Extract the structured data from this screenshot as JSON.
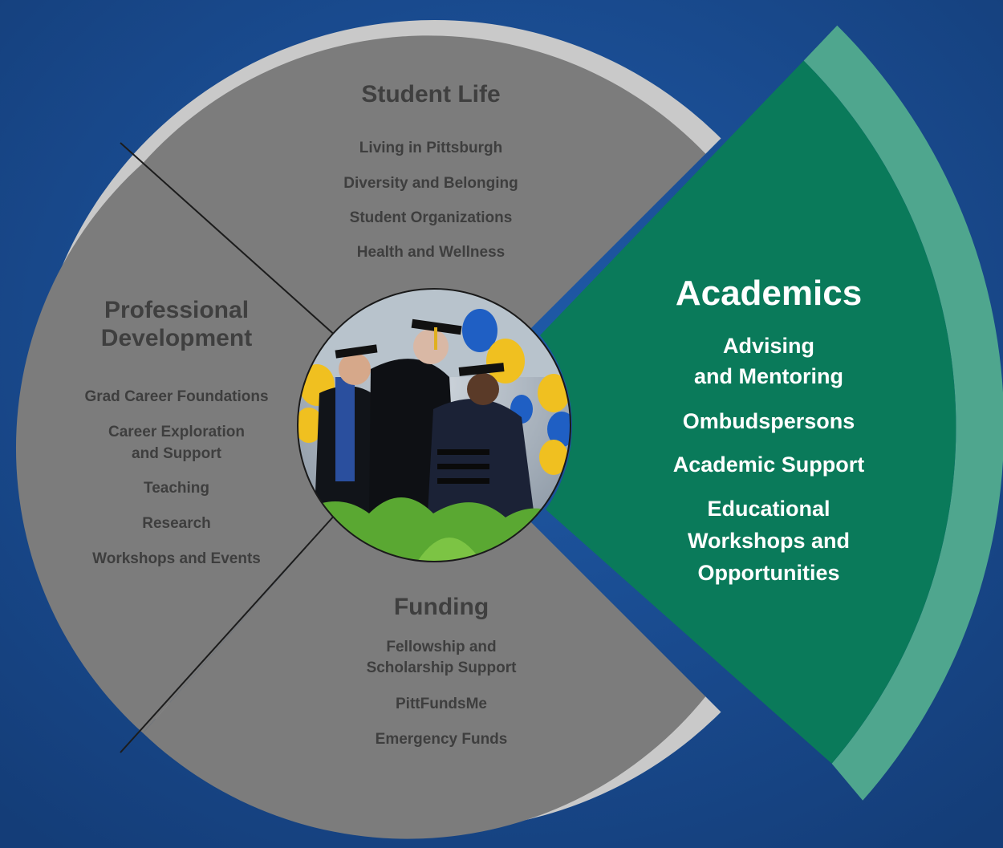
{
  "colors": {
    "background": "#1a4a8c",
    "outer_ring": "#c9c9c9",
    "segment": "#7c7c7c",
    "academics": "#0a7a5a",
    "academics_ring": "#4fa68e"
  },
  "student_life": {
    "title": "Student Life",
    "items": [
      "Living in Pittsburgh",
      "Diversity and Belonging",
      "Student Organizations",
      "Health and Wellness"
    ]
  },
  "professional_development": {
    "title_line1": "Professional",
    "title_line2": "Development",
    "items": [
      "Grad Career Foundations",
      "Career Exploration",
      "and Support",
      "Teaching",
      "Research",
      "Workshops and Events"
    ]
  },
  "funding": {
    "title": "Funding",
    "items": [
      "Fellowship and",
      "Scholarship Support",
      "PittFundsMe",
      "Emergency Funds"
    ]
  },
  "academics": {
    "title": "Academics",
    "items": [
      "Advising",
      "and Mentoring",
      "Ombudspersons",
      "Academic Support",
      "Educational",
      "Workshops and",
      "Opportunities"
    ]
  },
  "center_photo": {
    "description_icon": "graduation-photo"
  }
}
